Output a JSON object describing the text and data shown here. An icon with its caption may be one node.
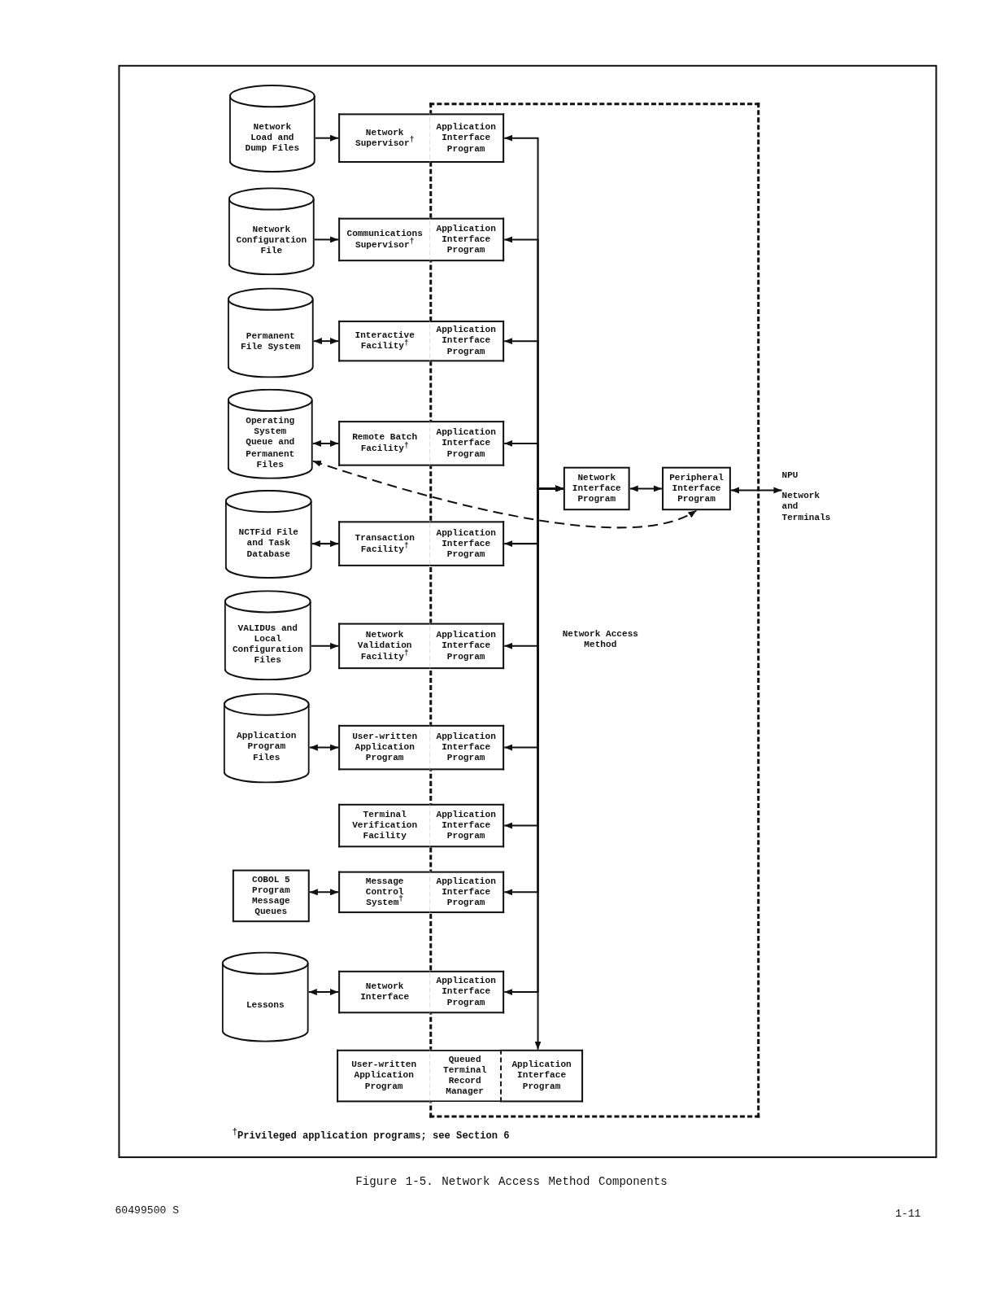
{
  "diagram": {
    "caption": "Figure 1-5. Network Access Method Components",
    "nodes": [
      {
        "text": [
          "Network Access Method"
        ]
      },
      {
        "text": [
          "Network Load and Dump Files"
        ]
      },
      {
        "text": [
          "Network Supervisor$^{†}$"
        ]
      },
      {
        "text": [
          "Application Interface Program"
        ],
        "in": 0
      },
      {
        "text": [
          "Network Configuration File"
        ]
      },
      {
        "text": [
          "Communications Supervisor$^{†}$"
        ]
      },
      {
        "text": [
          "Application Interface Program"
        ],
        "in": 0
      },
      {
        "text": [
          "Permanent File System"
        ]
      },
      {
        "text": [
          "Interactive Facility$^{†}$"
        ]
      },
      {
        "text": [
          "Application Interface Program"
        ],
        "in": 0
      },
      {
        "text": [
          "Operating System Queue and Permanent Files"
        ]
      },
      {
        "text": [
          "Remote Batch Facility$^{†}$"
        ]
      },
      {
        "text": [
          "Application Interface Program"
        ],
        "in": 0
      },
      {
        "text": [
          "Network Interface Program"
        ],
        "in": 0
      },
      {
        "text": [
          "Peripheral Interface Program"
        ],
        "in": 0
      },
      {
        "text": [
          "NPU",
          "Network and Terminals"
        ]
      },
      {
        "text": [
          "NCTFid File and Task Database"
        ]
      },
      {
        "text": [
          "Transaction Facility$^{†}$"
        ]
      },
      {
        "text": [
          "Application Interface Program"
        ],
        "in": 0
      },
      {
        "text": [
          "VALIDUs and Local Configuration Files"
        ]
      },
      {
        "text": [
          "Network Validation Facility$^{†}$"
        ]
      },
      {
        "text": [
          "Application Interface Program"
        ],
        "in": 0
      },
      {
        "text": [
          "Application Program Files"
        ]
      },
      {
        "text": [
          "User-written Application Program"
        ]
      },
      {
        "text": [
          "Application Interface Program"
        ],
        "in": 0
      },
      {
        "text": [
          "Terminal Verification Facility"
        ]
      },
      {
        "text": [
          "Application Interface Program"
        ],
        "in": 0
      },
      {
        "text": [
          "COBOL 5 Program Message Queues"
        ]
      },
      {
        "text": [
          "Message Control System$^{†}$"
        ]
      },
      {
        "text": [
          "Application Interface Program"
        ],
        "in": 0
      },
      {
        "text": [
          "Lessons"
        ]
      },
      {
        "text": [
          "Network Interface"
        ]
      },
      {
        "text": [
          "Application Interface Program"
        ],
        "in": 0
      },
      {
        "text": [
          "User-written Application Program"
        ]
      },
      {
        "text": [
          "Queued Terminal Record Manager"
        ],
        "in": 0
      },
      {
        "text": [
          "Application Interface Program"
        ],
        "in": 0
      }
    ],
    "edges": [
      {
        "from": 1,
        "to": 2,
        "arrow": "to"
      },
      {
        "from": 4,
        "to": 5,
        "arrow": "to"
      },
      {
        "from": 7,
        "to": 8,
        "arrow": "both"
      },
      {
        "from": 10,
        "to": 11,
        "arrow": "both"
      },
      {
        "from": 16,
        "to": 17,
        "arrow": "both"
      },
      {
        "from": 19,
        "to": 20,
        "arrow": "to"
      },
      {
        "from": 22,
        "to": 23,
        "arrow": "both"
      },
      {
        "from": 27,
        "to": 28,
        "arrow": "both"
      },
      {
        "from": 30,
        "to": 31,
        "arrow": "both"
      },
      {
        "from": 3,
        "to": 13,
        "arrow": "both"
      },
      {
        "from": 6,
        "to": 13,
        "arrow": "both"
      },
      {
        "from": 9,
        "to": 13,
        "arrow": "both"
      },
      {
        "from": 12,
        "to": 13,
        "arrow": "both"
      },
      {
        "from": 18,
        "to": 13,
        "arrow": "both"
      },
      {
        "from": 21,
        "to": 13,
        "arrow": "both"
      },
      {
        "from": 24,
        "to": 13,
        "arrow": "both"
      },
      {
        "from": 26,
        "to": 13,
        "arrow": "both"
      },
      {
        "from": 29,
        "to": 13,
        "arrow": "both"
      },
      {
        "from": 32,
        "to": 13,
        "arrow": "both"
      },
      {
        "from": 13,
        "to": 35,
        "arrow": "to"
      },
      {
        "from": 13,
        "to": 14,
        "arrow": "both"
      },
      {
        "from": 14,
        "to": 15,
        "arrow": "both"
      },
      {
        "from": 10,
        "to": 14,
        "arrow": "both",
        "style": "dashed"
      }
    ],
    "labels": [
      "$^{†}$Privileged application programs; see Section 6",
      "60499500 S",
      "1-11"
    ]
  }
}
